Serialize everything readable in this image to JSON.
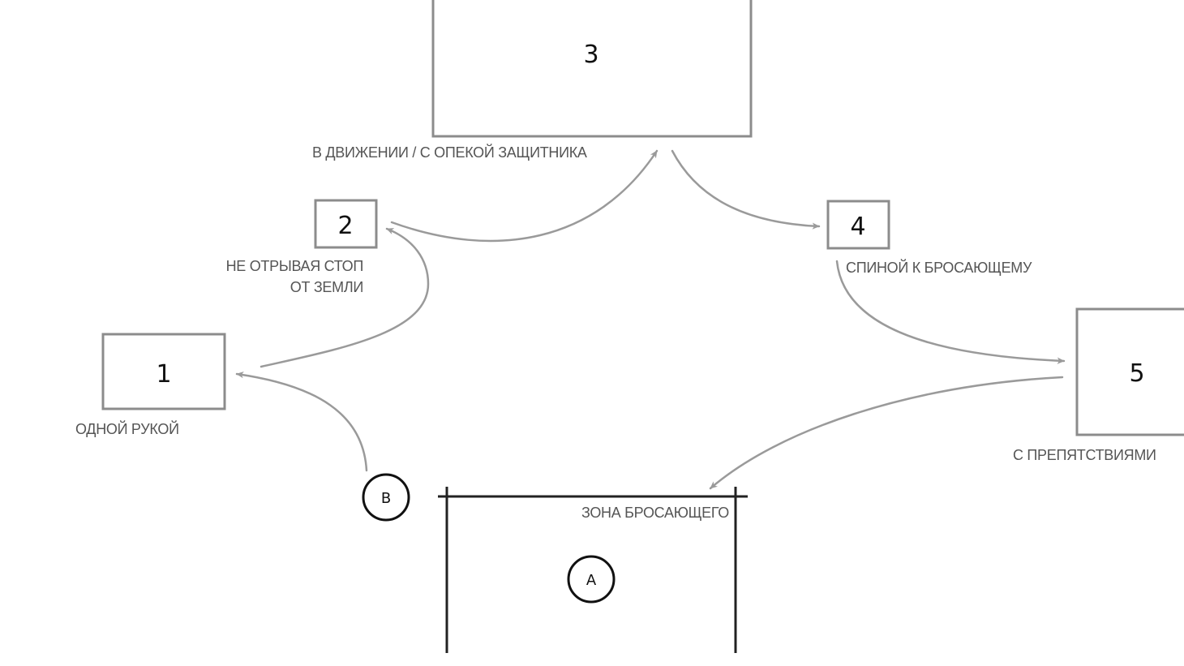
{
  "stations": [
    {
      "number": "1",
      "label": [
        "ОДНОЙ РУКОЙ"
      ]
    },
    {
      "number": "2",
      "label": [
        "НЕ ОТРЫВАЯ СТОП",
        "ОТ ЗЕМЛИ"
      ]
    },
    {
      "number": "3",
      "label": [
        "В ДВИЖЕНИИ / С ОПЕКОЙ ЗАЩИТНИКА"
      ]
    },
    {
      "number": "4",
      "label": [
        "СПИНОЙ К БРОСАЮЩЕМУ"
      ]
    },
    {
      "number": "5",
      "label": [
        "С ПРЕПЯТСТВИЯМИ"
      ]
    }
  ],
  "zone": {
    "label": "ЗОНА БРОСАЮЩЕГО"
  },
  "players": {
    "a": "А",
    "b": "В"
  },
  "colors": {
    "box_stroke": "#8c8c8c",
    "arrow_stroke": "#9a9a9a",
    "zone_stroke": "#222222",
    "label_text": "#555555"
  }
}
